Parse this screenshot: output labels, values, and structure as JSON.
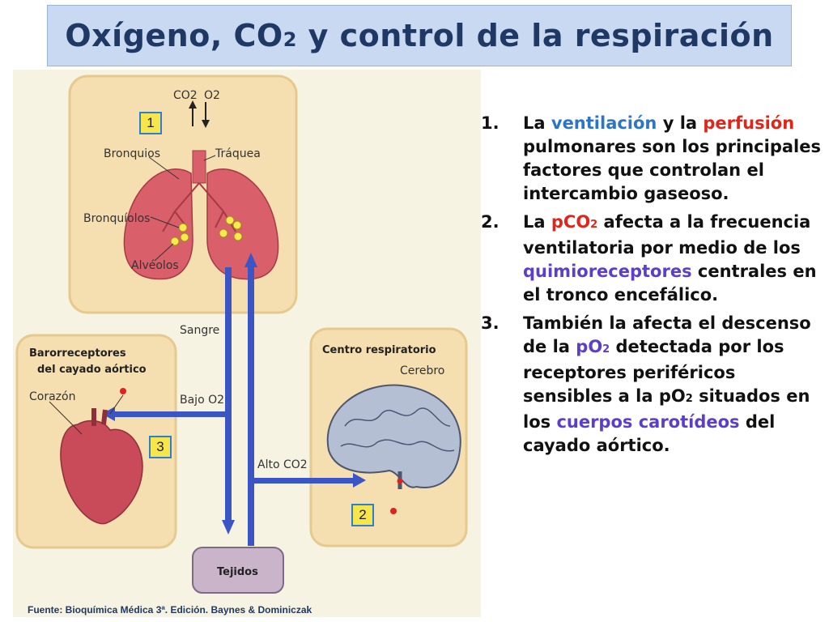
{
  "title": {
    "main": "Oxígeno, CO",
    "sub": "2",
    "rest": " y control de la respiración"
  },
  "diagram": {
    "labels": {
      "co2": "CO2",
      "o2": "O2",
      "bronquios": "Bronquios",
      "traquea": "Tráquea",
      "bronquiolos": "Bronquíolos",
      "alveolos": "Alvéolos",
      "sangre": "Sangre",
      "baroreceptores_1": "Barorreceptores",
      "baroreceptores_2": "del cayado aórtico",
      "corazon": "Corazón",
      "bajo_o2": "Bajo O2",
      "centro": "Centro respiratorio",
      "cerebro": "Cerebro",
      "alto_co2": "Alto CO2",
      "tejidos": "Tejidos"
    },
    "badges": [
      "1",
      "2",
      "3"
    ]
  },
  "source": "Fuente: Bioquímica Médica 3ª. Edición.  Baynes & Dominiczak",
  "points": [
    {
      "num": "1.",
      "parts": [
        {
          "t": "La "
        },
        {
          "t": "ventilación",
          "c": "blue"
        },
        {
          "t": " y la "
        },
        {
          "t": "perfusión",
          "c": "red"
        },
        {
          "t": " pulmonares son los principales factores que controlan el intercambio gaseoso."
        }
      ]
    },
    {
      "num": "2.",
      "parts": [
        {
          "t": "La "
        },
        {
          "t": "pCO",
          "c": "red"
        },
        {
          "t": "2",
          "c": "red",
          "sub": true
        },
        {
          "t": " afecta a la frecuencia ventilatoria por medio de los "
        },
        {
          "t": "quimioreceptores",
          "c": "purple"
        },
        {
          "t": " centrales en el tronco encefálico."
        }
      ]
    },
    {
      "num": "3.",
      "parts": [
        {
          "t": "También la afecta el descenso de la "
        },
        {
          "t": "pO",
          "c": "purple"
        },
        {
          "t": "2",
          "c": "purple",
          "sub": true
        },
        {
          "t": " detectada por los receptores periféricos sensibles a la pO"
        },
        {
          "t": "2",
          "sub": true
        },
        {
          "t": " situados en los "
        },
        {
          "t": "cuerpos carotídeos",
          "c": "purple"
        },
        {
          "t": " del cayado aórtico."
        }
      ]
    }
  ],
  "colors": {
    "title_bg": "#c8d9f1",
    "title_text": "#1f3864",
    "panel_bg": "#f5deb0",
    "arrow": "#3b56c4",
    "lung": "#d9606a",
    "brain": "#b5bfd3",
    "heart": "#c94a58"
  }
}
